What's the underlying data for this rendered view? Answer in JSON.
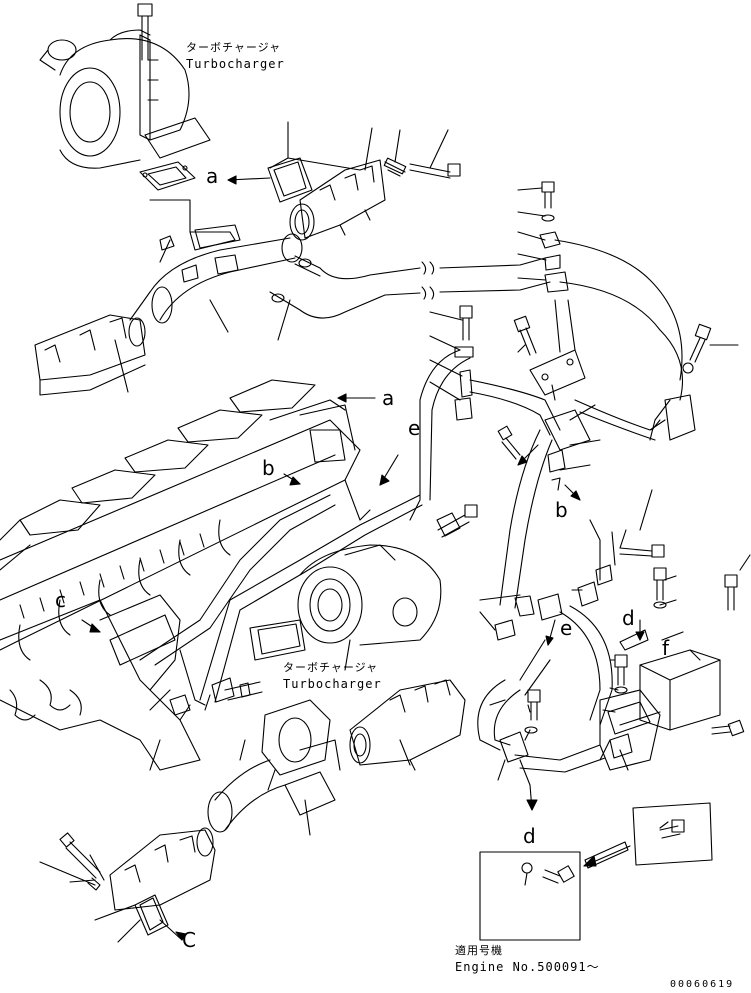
{
  "labels": {
    "turbo_top_jp": "ターボチャージャ",
    "turbo_top_en": "Turbocharger",
    "turbo_mid_jp": "ターボチャージャ",
    "turbo_mid_en": "Turbocharger",
    "letter_a1": "a",
    "letter_a2": "a",
    "letter_b1": "b",
    "letter_b2": "b",
    "letter_c1": "c",
    "letter_c2": "C",
    "letter_d1": "d",
    "letter_d2": "d",
    "letter_e1": "e",
    "letter_e2": "e",
    "letter_f": "f",
    "applicable_jp": "適用号機",
    "engine_no": "Engine No.500091～",
    "drawing_code": "00060619"
  }
}
